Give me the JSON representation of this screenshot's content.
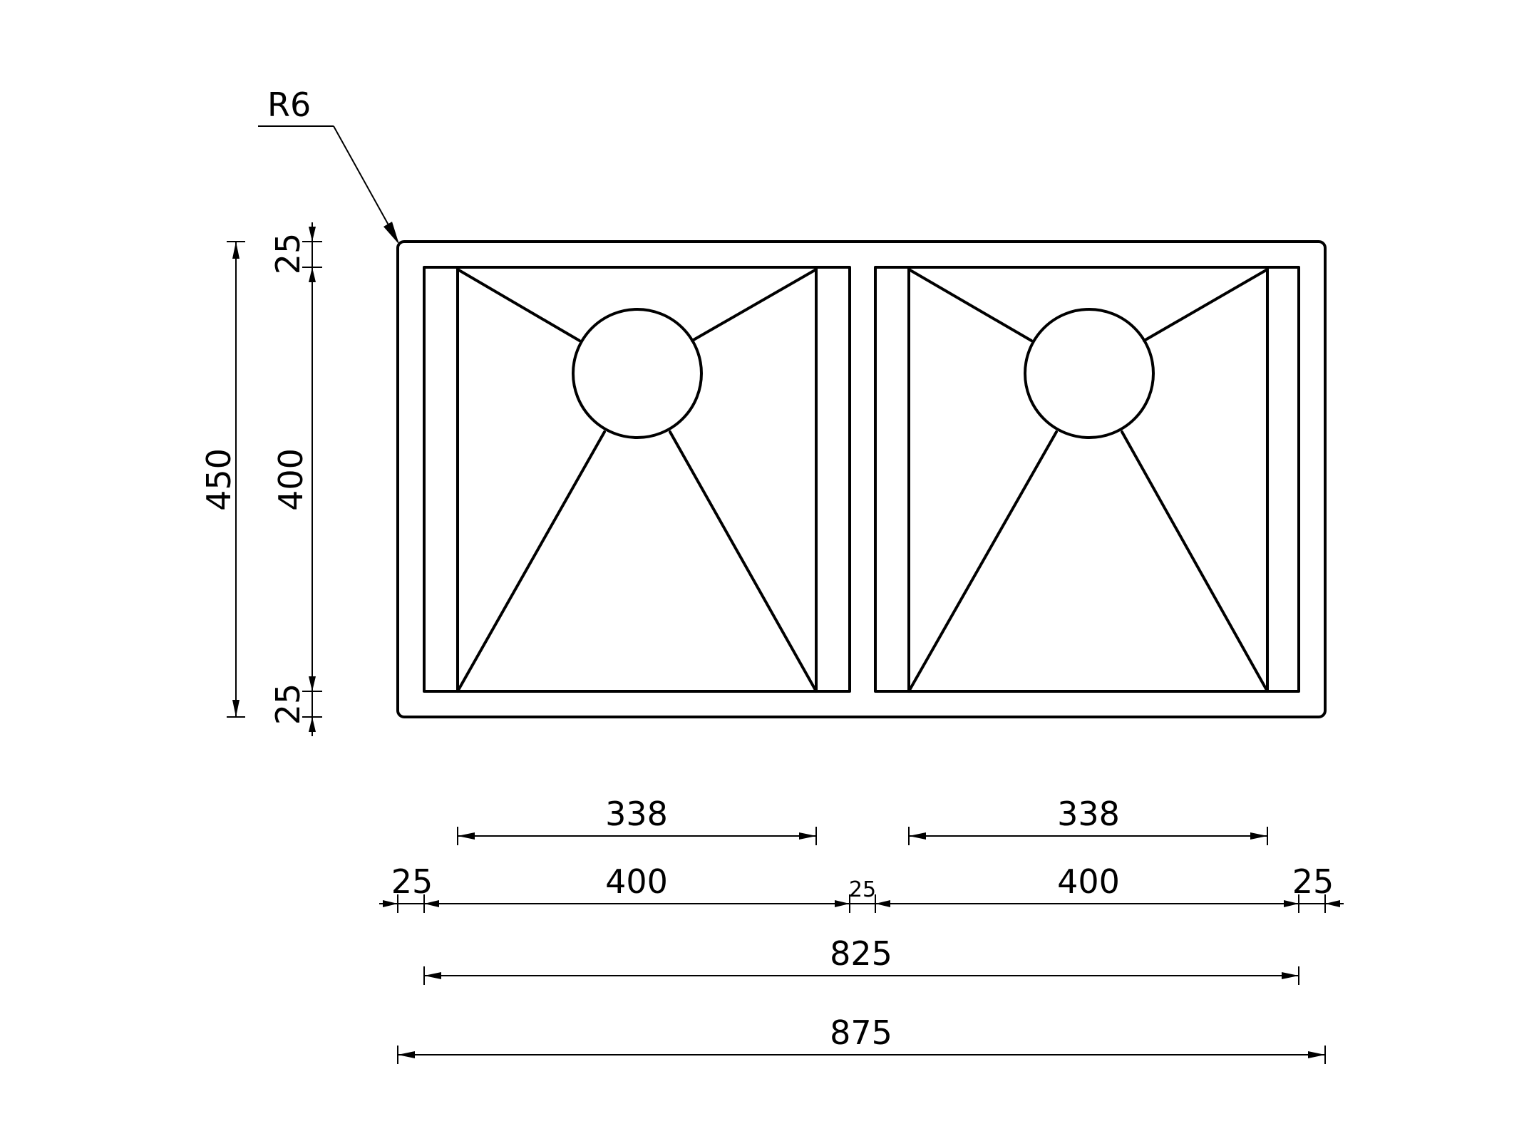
{
  "drawing": {
    "corner_radius_label": "R6",
    "horizontal_dimensions": {
      "bowl_floor_left": "338",
      "bowl_floor_right": "338",
      "edge_left": "25",
      "bowl_left": "400",
      "divider": "25",
      "bowl_right": "400",
      "edge_right": "25",
      "inner_total": "825",
      "overall_width": "875"
    },
    "vertical_dimensions": {
      "overall_depth": "450",
      "edge_top": "25",
      "bowl_depth": "400",
      "edge_bottom": "25"
    }
  }
}
